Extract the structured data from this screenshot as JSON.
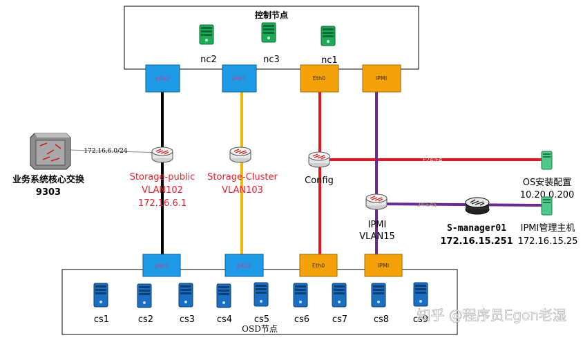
{
  "control_node": {
    "title": "控制节点",
    "servers": [
      {
        "label": "nc2",
        "icon": "green-server-icon"
      },
      {
        "label": "nc3",
        "icon": "green-server-icon"
      },
      {
        "label": "nc1",
        "icon": "green-server-icon"
      }
    ],
    "ports": [
      "p4p2",
      "p4p1",
      "Eth0",
      "IPMI"
    ]
  },
  "osd_node": {
    "title": "OSD节点",
    "servers": [
      {
        "label": "cs1"
      },
      {
        "label": "cs2"
      },
      {
        "label": "cs3"
      },
      {
        "label": "cs4"
      },
      {
        "label": "cs5"
      },
      {
        "label": "cs6"
      },
      {
        "label": "cs7"
      },
      {
        "label": "cs8"
      },
      {
        "label": "cs9"
      }
    ],
    "ports": [
      "p4p1",
      "p4p2",
      "Eth0",
      "IPMI"
    ]
  },
  "core_switch": {
    "name": "业务系统核心交换",
    "model": "9303",
    "subnet": "172.16.6.0/24"
  },
  "networks": {
    "storage_public": {
      "name": "Storage-public",
      "vlan": "VLAN102",
      "ip": "172.16.6.1"
    },
    "storage_cluster": {
      "name": "Storage-Cluster",
      "vlan": "VLAN103"
    },
    "config": {
      "name": "Config"
    },
    "ipmi": {
      "name": "IPMI",
      "vlan": "VLAN15"
    }
  },
  "links": {
    "e24_e4": "E24-E4",
    "e24_e45": "24-E45"
  },
  "os_install": {
    "name": "OS安装配置",
    "ip": "10.20.0.200"
  },
  "s_manager": {
    "name": "S-manager01",
    "ip": "172.16.15.251"
  },
  "ipmi_host": {
    "name": "IPMI管理主机",
    "ip": "172.16.15.25"
  },
  "watermark": "知乎 @程序员Egon老湿",
  "colors": {
    "port_blue": "#1e9be6",
    "port_orange": "#f5a20a",
    "line_black": "#000000",
    "line_yellow": "#f2b705",
    "line_red": "#e8141e",
    "line_purple": "#6b2c91",
    "text_red": "#e8202a",
    "server_green": "#1faa5a",
    "server_blue": "#1a6fc2"
  }
}
